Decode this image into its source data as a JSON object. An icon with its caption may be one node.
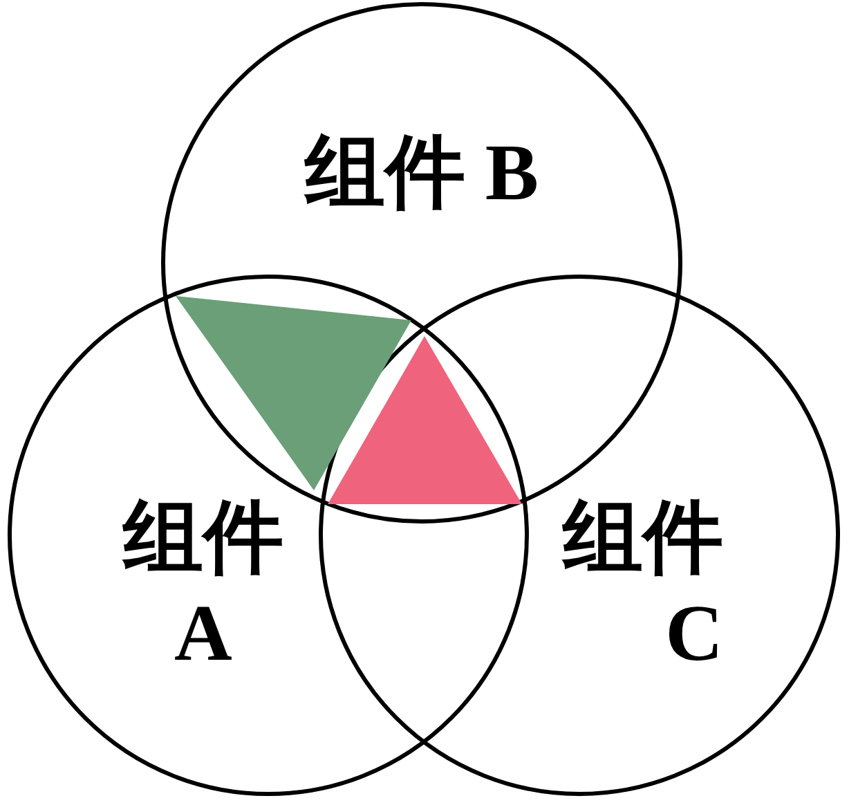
{
  "diagram": {
    "nodes": [
      {
        "text": [
          "组件 B"
        ]
      },
      {
        "text": [
          "组件 A"
        ]
      },
      {
        "text": [
          "组件 C"
        ]
      },
      {
        "text": [],
        "shape": "triangle"
      },
      {
        "text": [],
        "shape": "triangle"
      }
    ]
  }
}
